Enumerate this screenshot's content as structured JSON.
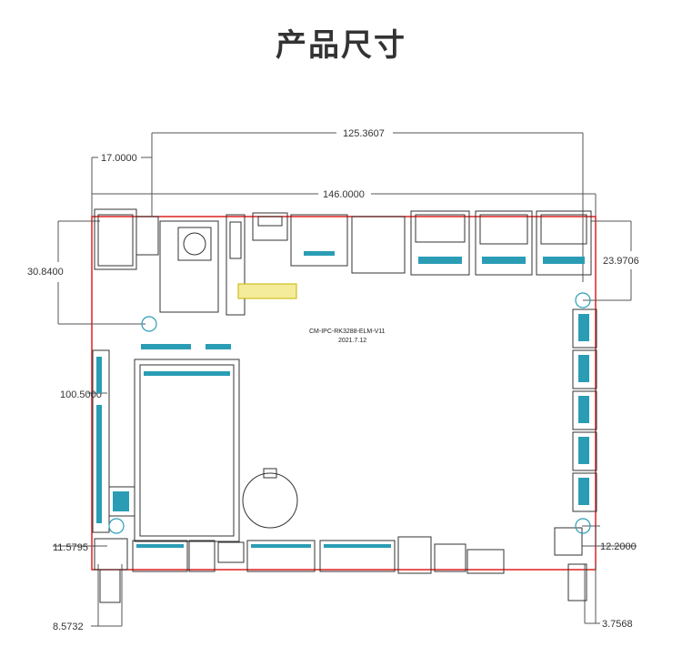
{
  "page": {
    "title": "产品尺寸"
  },
  "board": {
    "model": "CM-IPC-RK3288-ELM-V11",
    "date": "2021.7.12"
  },
  "dimensions": {
    "total_width": "146.0000",
    "hole_span": "125.3607",
    "left_offset": "17.0000",
    "left_height": "30.8400",
    "right_height": "23.9706",
    "side_header": "100.5000",
    "bottom_left_height": "11.5795",
    "bottom_left_width": "8.5732",
    "bottom_right_height": "12.2000",
    "bottom_right_width": "3.7568"
  },
  "colors": {
    "outline": "#e02020",
    "lines": "#333333",
    "pads": "#2a9db5",
    "yellow": "#e8d840"
  }
}
